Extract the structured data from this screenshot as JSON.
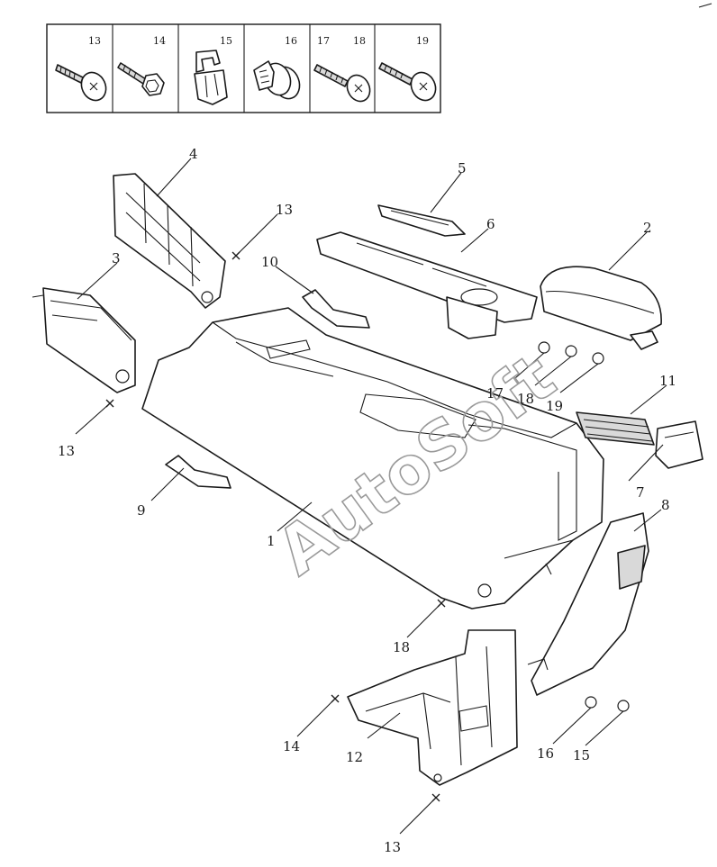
{
  "watermark": "AutoSoft",
  "fastener_table": [
    {
      "num": "13",
      "icon": "screw-icon"
    },
    {
      "num": "14",
      "icon": "bolt-icon"
    },
    {
      "num": "15",
      "icon": "clip-icon"
    },
    {
      "num": "16",
      "icon": "push-rivet-icon"
    },
    {
      "num": "17",
      "icon": "tapping-screw-icon"
    },
    {
      "num": "18",
      "icon": "tapping-screw-icon"
    },
    {
      "num": "19",
      "icon": "screw-icon"
    }
  ],
  "callouts": {
    "c1": "1",
    "c2": "2",
    "c3": "3",
    "c4": "4",
    "c5": "5",
    "c6": "6",
    "c7": "7",
    "c8": "8",
    "c9": "9",
    "c10": "10",
    "c11": "11",
    "c12": "12",
    "c13a": "13",
    "c13b": "13",
    "c13c": "13",
    "c14": "14",
    "c15": "15",
    "c16": "16",
    "c17": "17",
    "c18a": "18",
    "c18b": "18",
    "c19": "19"
  }
}
